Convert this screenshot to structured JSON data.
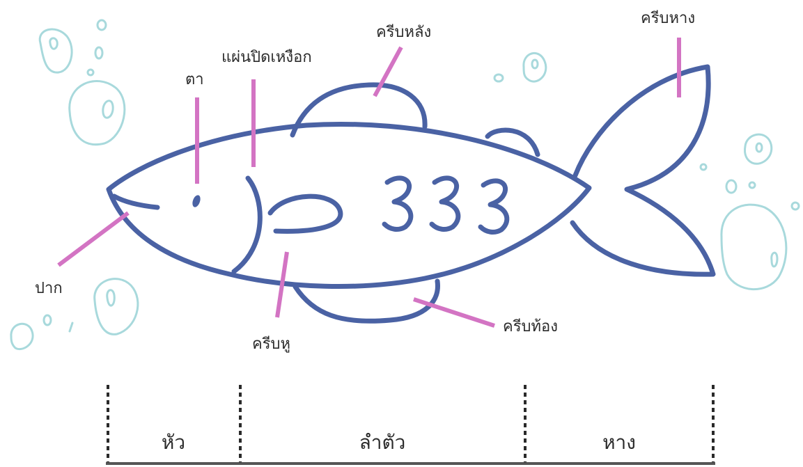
{
  "colors": {
    "outline": "#4a62a4",
    "leader": "#d374c3",
    "bubble": "#a8d9dc",
    "divider": "#2a2a2a",
    "text": "#2b2b2b"
  },
  "labels": {
    "eye": "ตา",
    "gill_cover": "แผ่นปิดเหงือก",
    "dorsal_fin": "ครีบหลัง",
    "tail_fin": "ครีบหาง",
    "mouth": "ปาก",
    "pectoral_fin": "ครีบหู",
    "pelvic_fin": "ครีบท้อง"
  },
  "sections": {
    "head": "หัว",
    "body": "ลำตัว",
    "tail": "หาง"
  }
}
